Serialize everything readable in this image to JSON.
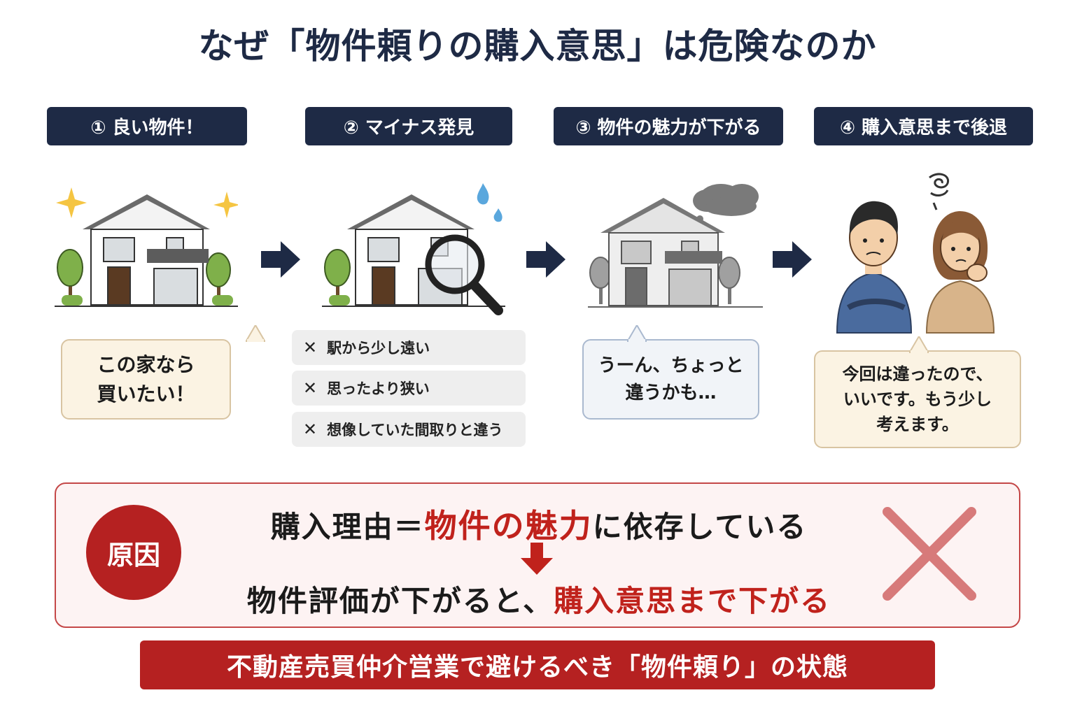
{
  "title": "なぜ「物件頼りの購入意思」は危険なのか",
  "steps": [
    {
      "label": "① 良い物件！"
    },
    {
      "label": "② マイナス発見"
    },
    {
      "label": "③ 物件の魅力が下がる"
    },
    {
      "label": "④ 購入意思まで後退"
    }
  ],
  "bubbles": {
    "step1": [
      "この家なら",
      "買いたい！"
    ],
    "step3": [
      "うーん、ちょっと",
      "違うかも…"
    ],
    "step4": [
      "今回は違ったので、",
      "いいです。もう少し",
      "考えます。"
    ]
  },
  "minus_items": [
    {
      "mark": "✕",
      "text": "駅から少し遠い"
    },
    {
      "mark": "✕",
      "text": "思ったより狭い"
    },
    {
      "mark": "✕",
      "text": "想像していた間取りと違う"
    }
  ],
  "cause": {
    "badge": "原因",
    "line1_prefix": "購入理由＝",
    "line1_highlight": "物件の魅力",
    "line1_suffix": "に依存している",
    "line2_prefix": "物件評価が下がると、",
    "line2_highlight": "購入意思まで下がる"
  },
  "footer": "不動産売買仲介営業で避けるべき「物件頼り」の状態",
  "colors": {
    "navy": "#1e2a45",
    "red": "#b52121",
    "highlight_red": "#c0221c",
    "cross_red": "#d77a7a"
  },
  "icons": [
    "sparkle-icon",
    "house-icon",
    "tree-icon",
    "magnifier-icon",
    "sweat-drop-icon",
    "cloud-icon",
    "person-icon",
    "dizzy-icon",
    "arrow-right-icon",
    "arrow-down-icon",
    "cross-icon"
  ]
}
